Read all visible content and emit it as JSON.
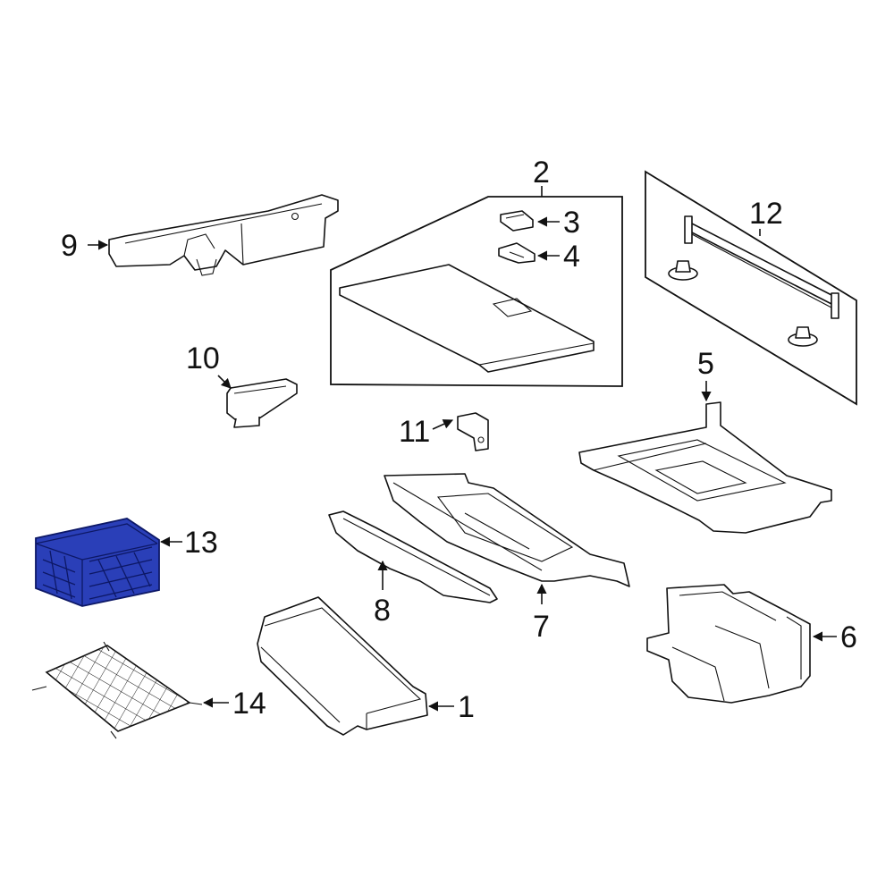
{
  "diagram": {
    "callouts": [
      {
        "id": 1,
        "label": "1"
      },
      {
        "id": 2,
        "label": "2"
      },
      {
        "id": 3,
        "label": "3"
      },
      {
        "id": 4,
        "label": "4"
      },
      {
        "id": 5,
        "label": "5"
      },
      {
        "id": 6,
        "label": "6"
      },
      {
        "id": 7,
        "label": "7"
      },
      {
        "id": 8,
        "label": "8"
      },
      {
        "id": 9,
        "label": "9"
      },
      {
        "id": 10,
        "label": "10"
      },
      {
        "id": 11,
        "label": "11"
      },
      {
        "id": 12,
        "label": "12"
      },
      {
        "id": 13,
        "label": "13"
      },
      {
        "id": 14,
        "label": "14"
      }
    ],
    "highlighted_part": "13",
    "colors": {
      "line": "#111111",
      "highlight_fill": "#2a3fb8",
      "highlight_stroke": "#0d1866",
      "background": "#ffffff"
    }
  }
}
